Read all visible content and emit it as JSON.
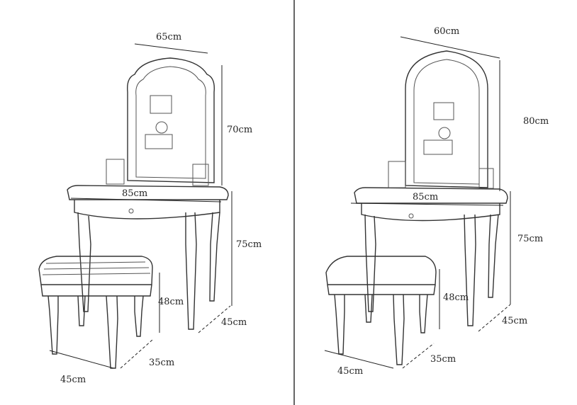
{
  "left_set": {
    "mirror_width": "65cm",
    "mirror_height": "70cm",
    "table_width": "85cm",
    "table_height": "75cm",
    "table_depth": "45cm",
    "stool_height": "48cm",
    "stool_depth": "35cm",
    "stool_width": "45cm"
  },
  "right_set": {
    "mirror_width": "60cm",
    "mirror_height": "80cm",
    "table_width": "85cm",
    "table_height": "75cm",
    "table_depth": "45cm",
    "stool_height": "48cm",
    "stool_depth": "35cm",
    "stool_width": "45cm"
  }
}
